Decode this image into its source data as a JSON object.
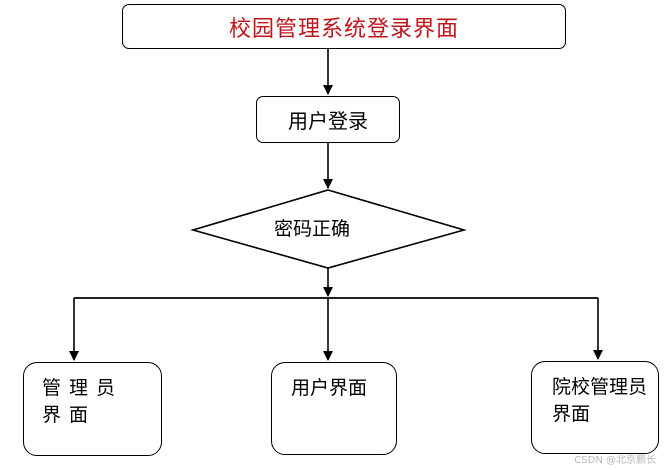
{
  "diagram": {
    "type": "flowchart",
    "nodes": {
      "title": "校园管理系统登录界面",
      "login": "用户登录",
      "check": "密码正确",
      "admin": "管理员界面",
      "user": "用户界面",
      "school_admin": "院校管理员界面"
    },
    "edges": [
      {
        "from": "title",
        "to": "login"
      },
      {
        "from": "login",
        "to": "check"
      },
      {
        "from": "check",
        "to": "admin"
      },
      {
        "from": "check",
        "to": "user"
      },
      {
        "from": "check",
        "to": "school_admin"
      }
    ],
    "colors": {
      "title_text": "#c0141c",
      "line": "#000000"
    }
  },
  "watermark": "CSDN @北京鹏长"
}
